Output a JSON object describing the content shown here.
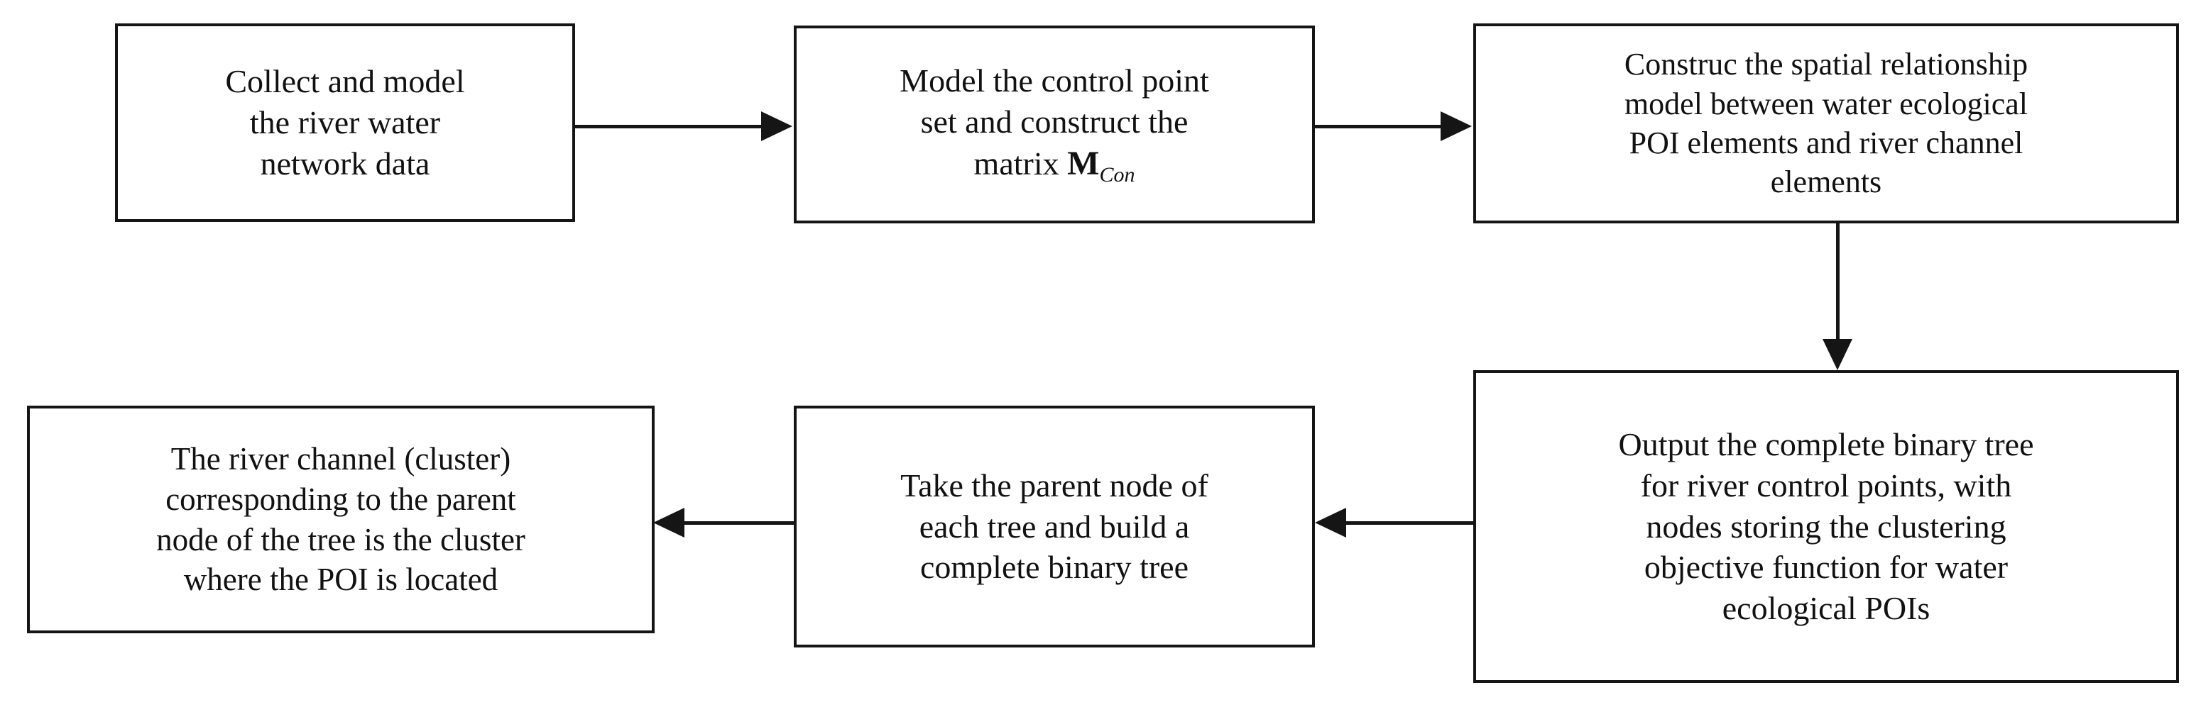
{
  "diagram": {
    "type": "flowchart",
    "title": "",
    "orientation": "two-row serpentine",
    "nodes": [
      {
        "id": "n1",
        "name": "collect-model-river-data",
        "lines": [
          "Collect and model",
          "the river water",
          "network data"
        ],
        "text": "Collect and model the river water network data"
      },
      {
        "id": "n2",
        "name": "model-control-point-set",
        "lines": [
          "Model the control point",
          "set and construct the",
          "matrix  M Con"
        ],
        "text": "Model the control point set and construct the matrix M_Con",
        "matrix_symbol": "M",
        "matrix_subscript": "Con",
        "line1": "Model the control point",
        "line2": "set and construct the",
        "line3_prefix": "matrix "
      },
      {
        "id": "n3",
        "name": "construct-spatial-relationship-model",
        "lines": [
          "Construc the spatial relationship",
          "model between water ecological",
          "POI elements and river channel",
          "elements"
        ],
        "text": "Construc the spatial relationship model between water ecological POI elements and river channel elements"
      },
      {
        "id": "n4",
        "name": "output-complete-binary-tree",
        "lines": [
          "Output the complete binary tree",
          "for river control points, with",
          "nodes storing the clustering",
          "objective function for water",
          "ecological POIs"
        ],
        "text": "Output the complete binary tree for river control points, with nodes storing the clustering objective function for water ecological POIs"
      },
      {
        "id": "n5",
        "name": "take-parent-node-build-tree",
        "lines": [
          "Take the parent node of",
          "each tree and build a",
          "complete binary tree"
        ],
        "text": "Take the parent node of each tree and build a complete binary tree"
      },
      {
        "id": "n6",
        "name": "river-channel-cluster-result",
        "lines": [
          "The river channel (cluster)",
          "corresponding to the parent",
          "node of the tree is the cluster",
          "where the POI is located"
        ],
        "text": "The river channel (cluster) corresponding to the parent node of the tree is the cluster where the POI is located"
      }
    ],
    "edges": [
      {
        "id": "e1",
        "name": "arrow-n1-to-n2",
        "from": "n1",
        "to": "n2",
        "direction": "right"
      },
      {
        "id": "e2",
        "name": "arrow-n2-to-n3",
        "from": "n2",
        "to": "n3",
        "direction": "right"
      },
      {
        "id": "e3",
        "name": "arrow-n3-to-n4",
        "from": "n3",
        "to": "n4",
        "direction": "down"
      },
      {
        "id": "e4",
        "name": "arrow-n4-to-n5",
        "from": "n4",
        "to": "n5",
        "direction": "left"
      },
      {
        "id": "e5",
        "name": "arrow-n5-to-n6",
        "from": "n5",
        "to": "n6",
        "direction": "left"
      }
    ]
  },
  "colors": {
    "stroke": "#151515",
    "background": "#ffffff",
    "text": "#111111"
  }
}
